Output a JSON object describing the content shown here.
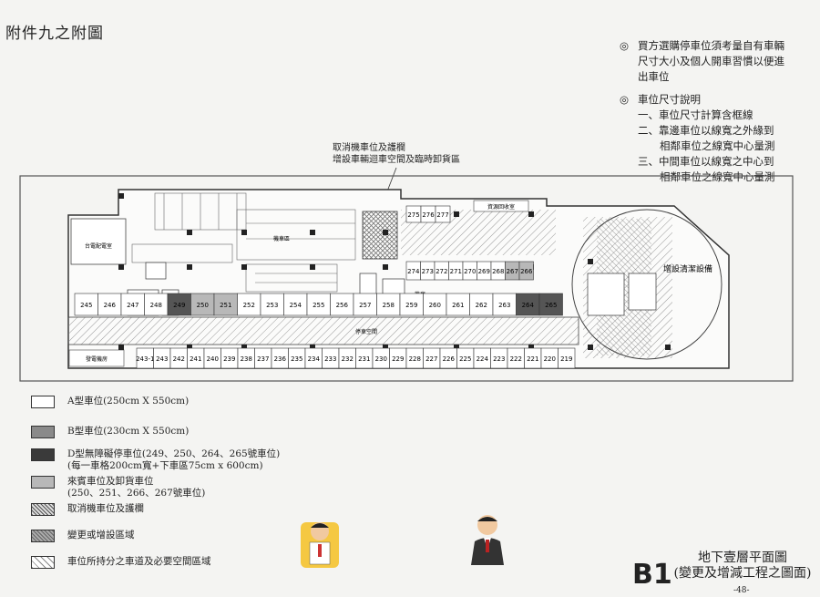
{
  "header": {
    "title": "附件九之附圖"
  },
  "notes": {
    "bullet1_lines": [
      "買方選購停車位須考量自有車輛",
      "尺寸大小及個人開車習慣以便進",
      "出車位"
    ],
    "bullet2": "車位尺寸說明",
    "items": [
      "一、車位尺寸計算含框線",
      "二、靠邊車位以線寬之外緣到",
      "相鄰車位之線寬中心量測",
      "三、中間車位以線寬之中心到",
      "相鄰車位之線寬中心量測"
    ]
  },
  "callout": {
    "lines": [
      "取消機車位及護欄",
      "增設車輛迴車空間及臨時卸貨區"
    ]
  },
  "plan": {
    "room_labels": {
      "power_room": "台電配電室",
      "machine_area": "機車區",
      "recycle_room": "資源回收室",
      "cleaning": "增設清潔設備",
      "parking_space": "停車空間",
      "generator_room": "發電機房",
      "machine_room": "機房"
    },
    "slots_row1": [
      "245",
      "246",
      "247",
      "248",
      "249",
      "250",
      "251",
      "252",
      "253",
      "254",
      "255",
      "256",
      "257",
      "258",
      "259",
      "260",
      "261",
      "262",
      "263",
      "264",
      "265"
    ],
    "slots_top": [
      "275",
      "276",
      "277",
      "274",
      "273",
      "272",
      "271",
      "270",
      "269",
      "268",
      "267",
      "266"
    ],
    "slots_bottom": [
      "243-1",
      "243",
      "242",
      "241",
      "240",
      "239",
      "238",
      "237",
      "236",
      "235",
      "234",
      "233",
      "232",
      "231",
      "230",
      "229",
      "228",
      "227",
      "226",
      "225",
      "224",
      "223",
      "222",
      "221",
      "220",
      "219"
    ]
  },
  "legend": {
    "a": "A型車位(250cm X 550cm)",
    "b": "B型車位(230cm X 550cm)",
    "d1": "D型無障礙停車位(249、250、264、265號車位)",
    "d2": "(每一車格200cm寬+下車區75cm x 600cm)",
    "c1": "來賓車位及卸貨車位",
    "c2": "(250、251、266、267號車位)",
    "cancel": "取消機車位及護欄",
    "change": "變更或增設區域",
    "shared": "車位所持分之車道及必要空間區域"
  },
  "footer": {
    "floor": "B1",
    "title_line1": "地下壹層平面圖",
    "title_line2": "(變更及增減工程之圖面)",
    "page": "-48-"
  }
}
